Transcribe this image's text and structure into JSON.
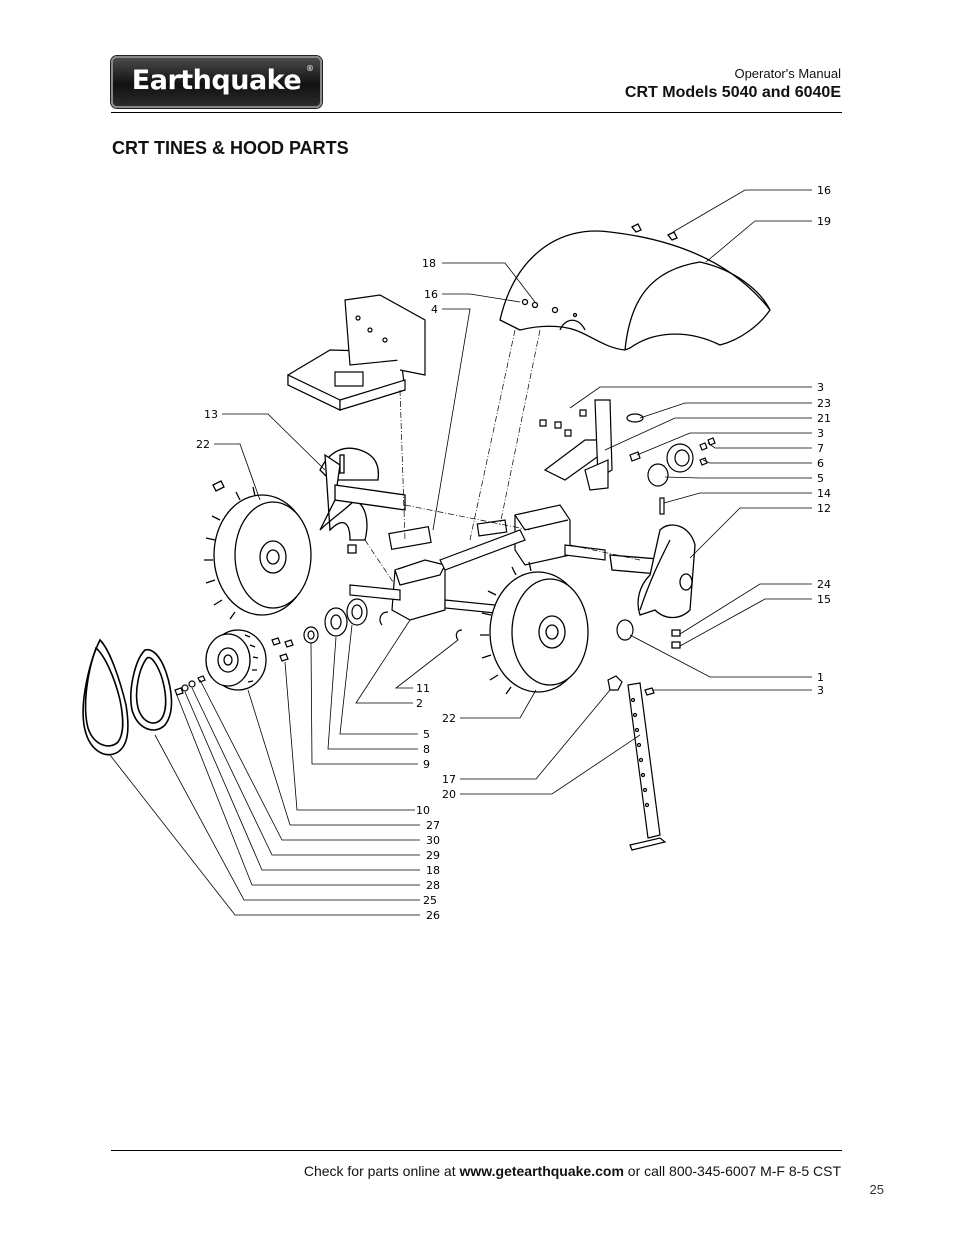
{
  "header": {
    "logo_text": "Earthquake",
    "logo_mark": "®",
    "subtitle": "Operator's Manual",
    "title": "CRT Models 5040 and 6040E"
  },
  "section_title": "CRT TINES & HOOD PARTS",
  "callouts": {
    "c_16_top": "16",
    "c_19": "19",
    "c_18_upper": "18",
    "c_16_mid": "16",
    "c_4": "4",
    "c_3_a": "3",
    "c_23": "23",
    "c_21": "21",
    "c_3_b": "3",
    "c_7": "7",
    "c_6": "6",
    "c_5_right": "5",
    "c_14": "14",
    "c_12": "12",
    "c_13": "13",
    "c_22_left": "22",
    "c_24": "24",
    "c_15": "15",
    "c_1": "1",
    "c_3_c": "3",
    "c_11": "11",
    "c_2": "2",
    "c_22_bottom": "22",
    "c_5_lower": "5",
    "c_8": "8",
    "c_9": "9",
    "c_17": "17",
    "c_20": "20",
    "c_10": "10",
    "c_27": "27",
    "c_30": "30",
    "c_29": "29",
    "c_18_lower": "18",
    "c_28": "28",
    "c_25": "25",
    "c_26": "26"
  },
  "footer": {
    "prefix": "Check for parts online at ",
    "url": "www.getearthquake.com",
    "suffix": " or call 800-345-6007 M-F 8-5 CST"
  },
  "page_number": "25"
}
